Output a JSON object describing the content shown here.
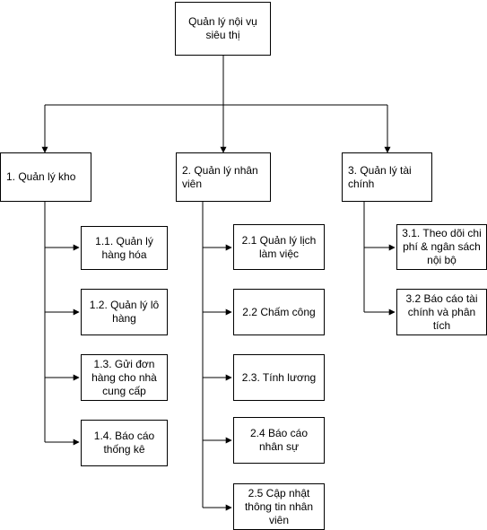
{
  "diagram": {
    "root": {
      "label": "Quản lý nội vụ siêu thị"
    },
    "branches": [
      {
        "label": "1. Quản lý kho",
        "children": [
          "1.1. Quản lý hàng hóa",
          "1.2. Quản lý lô hàng",
          "1.3. Gửi đơn hàng cho nhà cung cấp",
          "1.4. Báo cáo thống kê"
        ]
      },
      {
        "label": "2. Quản lý nhân viên",
        "children": [
          "2.1 Quản lý lịch làm việc",
          "2.2 Chấm công",
          "2.3. Tính lương",
          "2.4 Báo cáo nhân sự",
          "2.5 Cập nhật thông tin nhân viên"
        ]
      },
      {
        "label": "3. Quản lý tài chính",
        "children": [
          "3.1. Theo dõi chi phí & ngân sách nội bộ",
          "3.2 Báo cáo tài chính và phân tích"
        ]
      }
    ]
  }
}
